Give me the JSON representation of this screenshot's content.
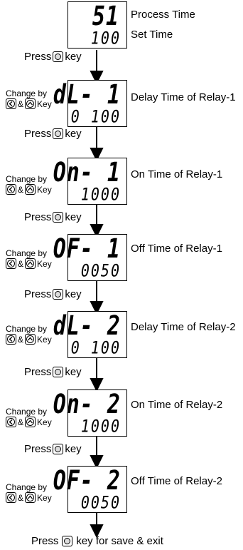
{
  "steps": [
    {
      "top": "51",
      "bottom": "100",
      "label_top": "Process Time",
      "label_bottom": "Set Time"
    },
    {
      "top": "dL- 1",
      "bottom": "0 100",
      "label": "Delay Time of  Relay-1"
    },
    {
      "top": "On- 1",
      "bottom": "1000",
      "label": "On Time of  Relay-1"
    },
    {
      "top": "OF- 1",
      "bottom": "0050",
      "label": "Off Time of  Relay-1"
    },
    {
      "top": "dL- 2",
      "bottom": "0 100",
      "label": "Delay Time of  Relay-2"
    },
    {
      "top": "On- 2",
      "bottom": "1000",
      "label": "On Time of  Relay-2"
    },
    {
      "top": "OF- 2",
      "bottom": "0050",
      "label": "Off Time of  Relay-2"
    }
  ],
  "press": {
    "prefix": "Press",
    "suffix": "key"
  },
  "change": {
    "line1": "Change by",
    "amp": "&",
    "key": "Key"
  },
  "final": {
    "prefix": "Press",
    "suffix": "key for save & exit"
  },
  "icons": {
    "enter_key": "enter-key-icon",
    "left_key": "left-arrow-key-icon",
    "up_key": "up-arrow-key-icon"
  }
}
